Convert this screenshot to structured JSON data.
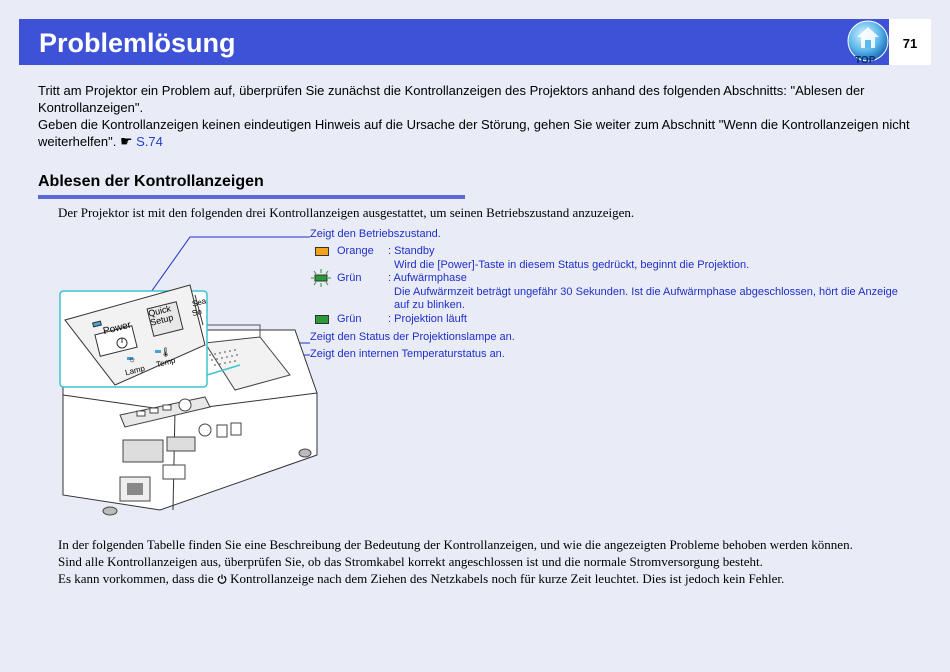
{
  "header": {
    "title": "Problemlösung",
    "page_number": "71",
    "top_label": "TOP"
  },
  "intro": {
    "line1": "Tritt am Projektor ein Problem auf, überprüfen Sie zunächst die Kontrollanzeigen des Projektors anhand des folgenden Abschnitts: \"Ablesen der Kontrollanzeigen\".",
    "line2": "Geben die Kontrollanzeigen keinen eindeutigen Hinweis auf die Ursache der Störung, gehen Sie weiter zum Abschnitt \"Wenn die Kontrollanzeigen nicht weiterhelfen\".",
    "ref_link": "S.74"
  },
  "section": {
    "heading": "Ablesen der Kontrollanzeigen",
    "description": "Der Projektor ist mit den folgenden drei Kontrollanzeigen ausgestattet, um seinen Betriebszustand anzuzeigen."
  },
  "legend": {
    "status_title": "Zeigt den Betriebszustand.",
    "orange_label": "Orange",
    "orange_state": ": Standby",
    "orange_note": "Wird die [Power]-Taste in diesem Status gedrückt, beginnt die Projektion.",
    "green_blink_label": "Grün",
    "green_blink_state": ": Aufwärmphase",
    "green_blink_note1": "Die Aufwärmzeit beträgt ungefähr 30 Sekunden. Ist die Aufwärmphase abgeschlossen, hört die Anzeige",
    "green_blink_note2": "auf zu blinken.",
    "green_label": "Grün",
    "green_state": ": Projektion läuft",
    "lamp_title": "Zeigt den Status der Projektionslampe an.",
    "temp_title": "Zeigt den internen Temperaturstatus an."
  },
  "illustration": {
    "power_label": "Power",
    "quick_label1": "Quick",
    "quick_label2": "Setup",
    "lamp_label": "Lamp",
    "temp_label": "Temp",
    "side_label1": "Sea",
    "side_label2": "So"
  },
  "bottom": {
    "line1": "In der folgenden Tabelle finden Sie eine Beschreibung der Bedeutung der Kontrollanzeigen, und wie die angezeigten Probleme behoben werden können.",
    "line2": "Sind alle Kontrollanzeigen aus, überprüfen Sie, ob das Stromkabel korrekt angeschlossen ist und die normale Stromversorgung besteht.",
    "line3_pre": "Es kann vorkommen, dass die",
    "line3_post": "Kontrollanzeige nach dem Ziehen des Netzkabels noch für kurze Zeit leuchtet. Dies ist jedoch kein Fehler."
  },
  "colors": {
    "header_bg": "#3d52d6",
    "link": "#1f2fc8",
    "orange": "#f2a21b",
    "green": "#2a9a3a",
    "callout": "#3ec4d2"
  }
}
